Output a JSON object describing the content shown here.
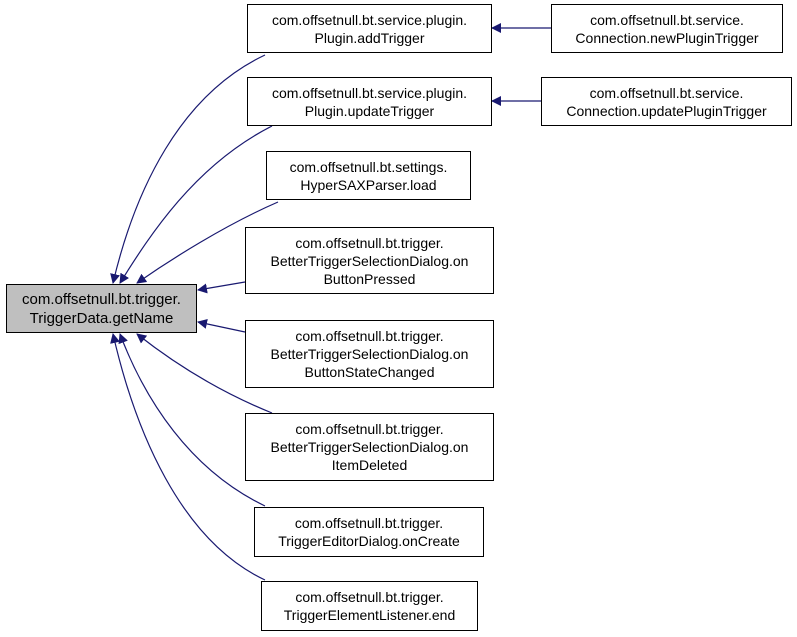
{
  "colors": {
    "edge": "#191970",
    "root_fill": "#bfbfbf",
    "node_fill": "#ffffff",
    "border": "#000000"
  },
  "root": {
    "lines": [
      "com.offsetnull.bt.trigger.",
      "TriggerData.getName"
    ]
  },
  "callers": [
    {
      "id": "addTrigger",
      "lines": [
        "com.offsetnull.bt.service.plugin.",
        "Plugin.addTrigger"
      ]
    },
    {
      "id": "updateTrigger",
      "lines": [
        "com.offsetnull.bt.service.plugin.",
        "Plugin.updateTrigger"
      ]
    },
    {
      "id": "hypersax-load",
      "lines": [
        "com.offsetnull.bt.settings.",
        "HyperSAXParser.load"
      ]
    },
    {
      "id": "on-button-pressed",
      "lines": [
        "com.offsetnull.bt.trigger.",
        "BetterTriggerSelectionDialog.on",
        "ButtonPressed"
      ]
    },
    {
      "id": "on-button-state-changed",
      "lines": [
        "com.offsetnull.bt.trigger.",
        "BetterTriggerSelectionDialog.on",
        "ButtonStateChanged"
      ]
    },
    {
      "id": "on-item-deleted",
      "lines": [
        "com.offsetnull.bt.trigger.",
        "BetterTriggerSelectionDialog.on",
        "ItemDeleted"
      ]
    },
    {
      "id": "editor-on-create",
      "lines": [
        "com.offsetnull.bt.trigger.",
        "TriggerEditorDialog.onCreate"
      ]
    },
    {
      "id": "element-listener-end",
      "lines": [
        "com.offsetnull.bt.trigger.",
        "TriggerElementListener.end"
      ]
    }
  ],
  "second_level": [
    {
      "id": "new-plugin-trigger",
      "calls": "addTrigger",
      "lines": [
        "com.offsetnull.bt.service.",
        "Connection.newPluginTrigger"
      ]
    },
    {
      "id": "update-plugin-trigger",
      "calls": "updateTrigger",
      "lines": [
        "com.offsetnull.bt.service.",
        "Connection.updatePluginTrigger"
      ]
    }
  ]
}
